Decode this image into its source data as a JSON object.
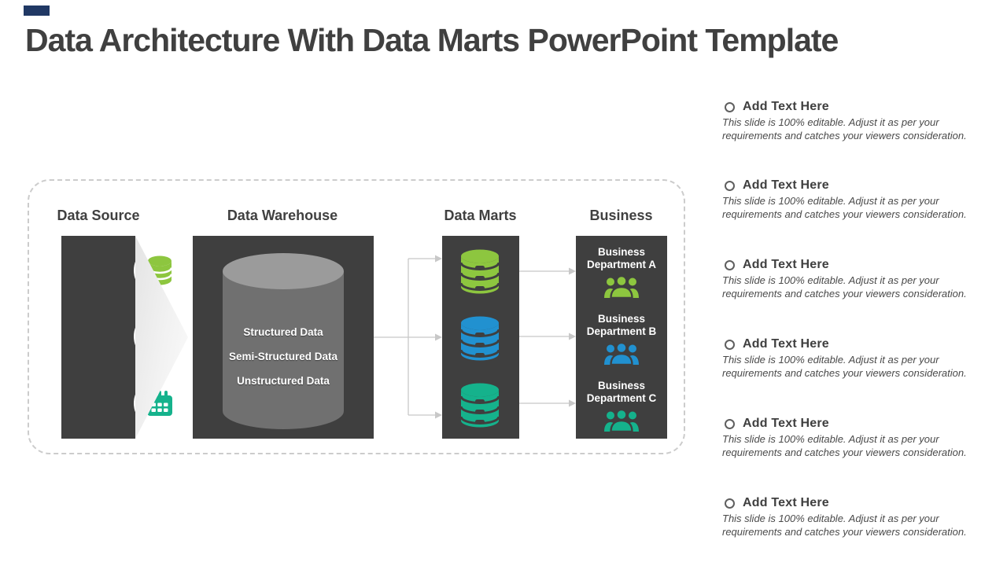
{
  "slide": {
    "title": "Data Architecture With Data Marts PowerPoint Template"
  },
  "colors": {
    "navy": "#203864",
    "panel": "#3F3F3F",
    "lime": "#8DC63F",
    "blue": "#2191D0",
    "teal": "#15B28C",
    "cylinder_body": "#707070",
    "cylinder_top": "#9B9B9B",
    "connector": "#C8C8C8",
    "white": "#FFFFFF"
  },
  "diagram": {
    "columns": [
      {
        "label": "Data Source"
      },
      {
        "label": "Data Warehouse"
      },
      {
        "label": "Data Marts"
      },
      {
        "label": "Business"
      }
    ],
    "source_icons": [
      "database-icon",
      "monitor-icon",
      "calendar-icon"
    ],
    "warehouse_layers": [
      "Structured Data",
      "Semi-Structured Data",
      "Unstructured Data"
    ],
    "data_marts": [
      {
        "name": "mart-a",
        "color_key": "lime"
      },
      {
        "name": "mart-b",
        "color_key": "blue"
      },
      {
        "name": "mart-c",
        "color_key": "teal"
      }
    ],
    "business_departments": [
      {
        "line1": "Business",
        "line2": "Department A"
      },
      {
        "line1": "Business",
        "line2": "Department B"
      },
      {
        "line1": "Business",
        "line2": "Department C"
      }
    ]
  },
  "text_blocks": [
    {
      "heading": "Add Text Here",
      "body_line1": "This slide is 100%  editable. Adjust it as per your",
      "body_line2": "requirements and catches your viewers consideration."
    },
    {
      "heading": "Add Text Here",
      "body_line1": "This slide is 100%  editable. Adjust it as per your",
      "body_line2": "requirements and catches your viewers consideration."
    },
    {
      "heading": "Add Text Here",
      "body_line1": "This slide is 100%  editable. Adjust it as per your",
      "body_line2": "requirements and catches your viewers consideration."
    },
    {
      "heading": "Add Text Here",
      "body_line1": "This slide is 100%  editable. Adjust it as per your",
      "body_line2": "requirements and catches your viewers consideration."
    },
    {
      "heading": "Add Text Here",
      "body_line1": "This slide is 100%  editable. Adjust it as per your",
      "body_line2": "requirements and catches your viewers consideration."
    },
    {
      "heading": "Add Text Here",
      "body_line1": "This slide is 100%  editable. Adjust it as per your",
      "body_line2": "requirements and catches your viewers consideration."
    }
  ]
}
